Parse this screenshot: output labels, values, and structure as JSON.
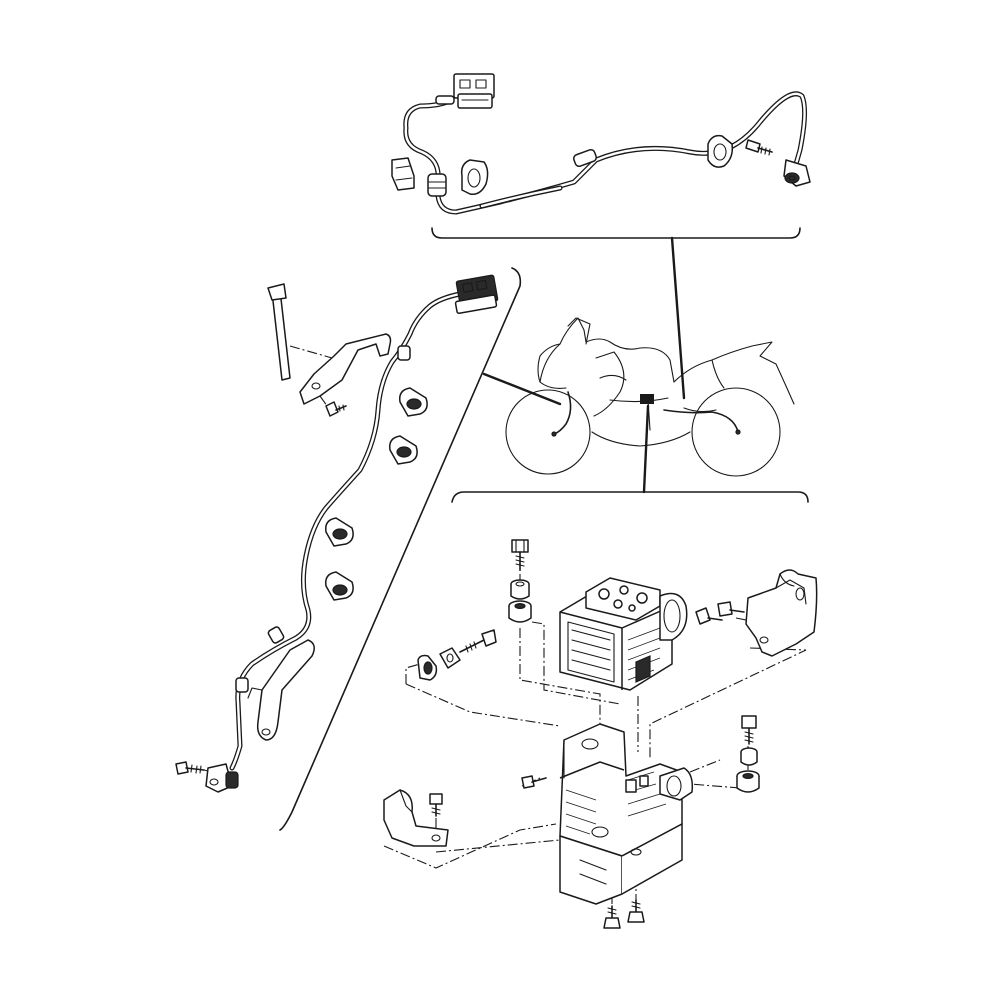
{
  "diagram": {
    "kind": "exploded parts diagram — motorcycle ABS wiring and hydraulic unit",
    "panels": [
      {
        "id": "rear-sensor-harness",
        "parts": [
          "connector",
          "sensor-lead",
          "harness-clamp",
          "harness-clamp",
          "grommet",
          "bolt",
          "wheel-speed-sensor"
        ]
      },
      {
        "id": "front-sensor-harness",
        "parts": [
          "connector",
          "cable-tie",
          "stay-bracket",
          "bolt",
          "harness-clamp",
          "harness-clamp",
          "harness-clamp",
          "harness-clamp",
          "guide-bracket",
          "bolt",
          "wheel-speed-sensor"
        ]
      },
      {
        "id": "motorcycle-locator",
        "parts": [
          "motorcycle-outline",
          "abs-unit-marker"
        ]
      },
      {
        "id": "abs-hydraulic-unit",
        "parts": [
          "abs-modulator",
          "mounting-bracket",
          "side-bracket-right",
          "side-bracket-left",
          "rubber-damper",
          "rubber-damper",
          "rubber-damper",
          "collar",
          "bolt",
          "bolt",
          "bolt",
          "bolt",
          "bolt",
          "bolt"
        ]
      }
    ]
  }
}
